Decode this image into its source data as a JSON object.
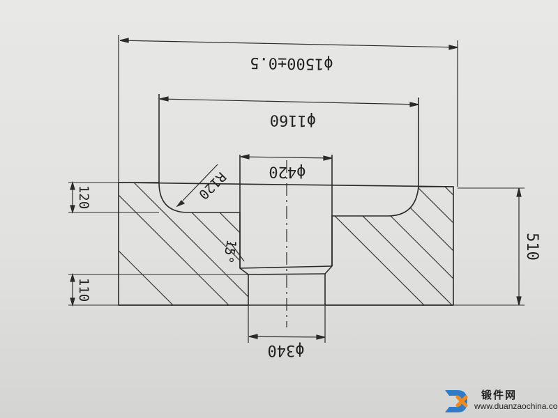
{
  "dimensions": {
    "outer_diameter": "ϕ1500±0.5",
    "recess_diameter": "ϕ1160",
    "bore_diameter": "ϕ420",
    "bottom_bore_diameter": "ϕ340",
    "total_height": "510",
    "recess_depth": "120",
    "bottom_step_height": "110",
    "fillet_radius": "R120",
    "chamfer_angle": "15°"
  },
  "watermark": {
    "name_cn": "锻件网",
    "url": "www.duanzaochina.com"
  },
  "colors": {
    "line": "#2a2a2a",
    "paper": "#e4e5e3",
    "logo_blue": "#2f7bc8",
    "logo_orange": "#f08a1c"
  }
}
